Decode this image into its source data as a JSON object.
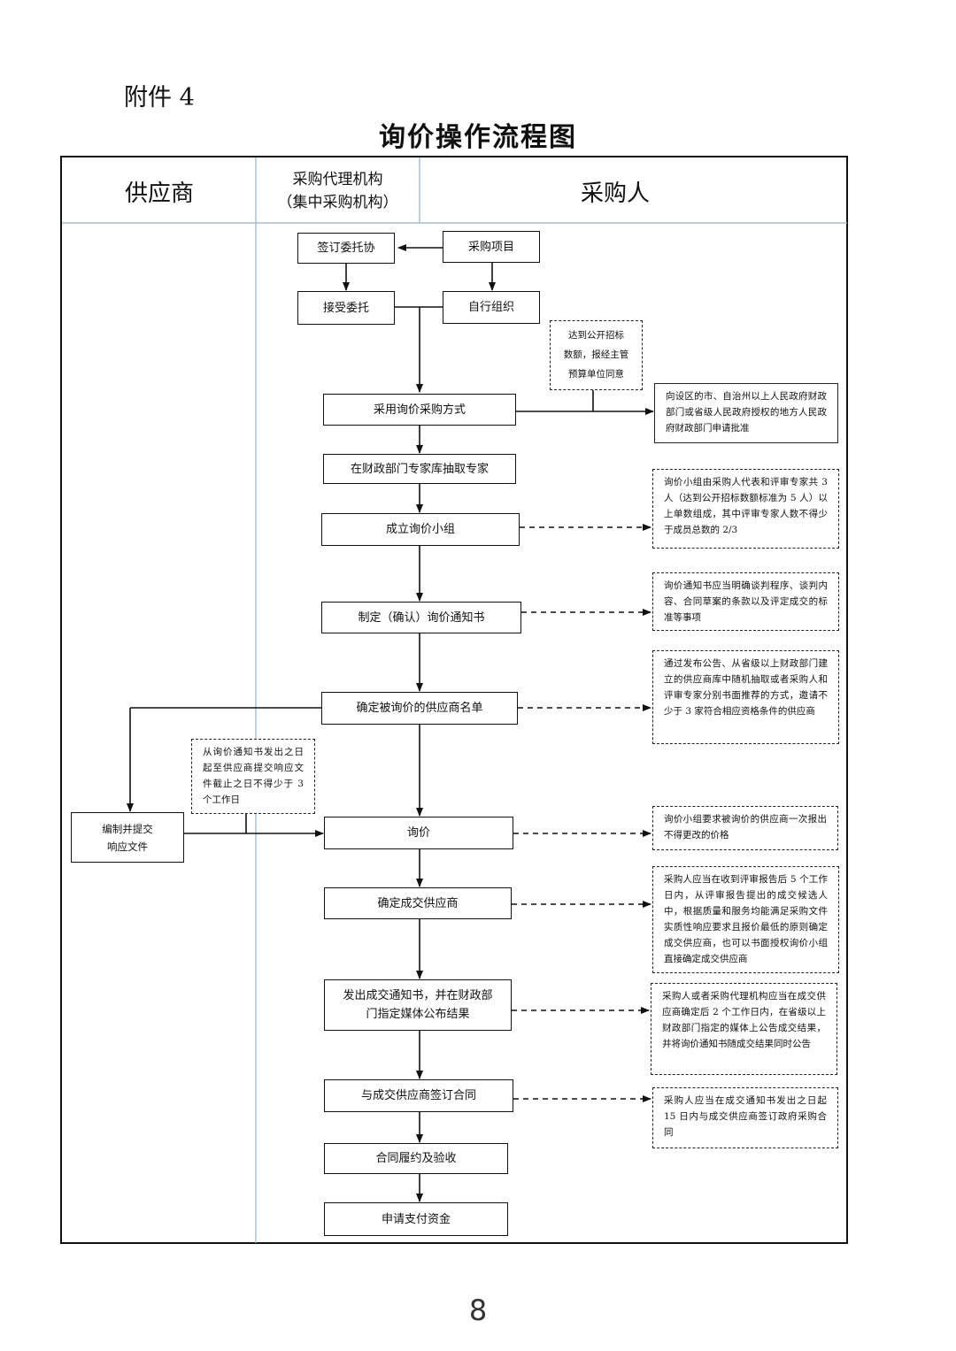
{
  "header": {
    "attachment": "附件 4",
    "title": "询价操作流程图"
  },
  "lanes": {
    "supplier": "供应商",
    "agency_line1": "采购代理机构",
    "agency_line2": "（集中采购机构）",
    "purchaser": "采购人"
  },
  "steps": {
    "sign_entrust": "签订委托协",
    "purchase_project": "采购项目",
    "accept_entrust": "接受委托",
    "self_organize": "自行组织",
    "adopt_method": "采用询价采购方式",
    "extract_experts": "在财政部门专家库抽取专家",
    "form_group": "成立询价小组",
    "make_notice": "制定（确认）询价通知书",
    "determine_list": "确定被询价的供应商名单",
    "prepare_response_1": "编制并提交",
    "prepare_response_2": "响应文件",
    "inquiry": "询价",
    "determine_supplier": "确定成交供应商",
    "issue_notice_1": "发出成交通知书，并在财政部",
    "issue_notice_2": "门指定媒体公布结果",
    "sign_contract": "与成交供应商签订合同",
    "fulfil_contract": "合同履约及验收",
    "apply_payment": "申请支付资金"
  },
  "notes": {
    "threshold_1": "达到公开招标",
    "threshold_2": "数额，报经主管",
    "threshold_3": "预算单位同意",
    "approval": "向设区的市、自治州以上人民政府财政部门或省级人民政府授权的地方人民政府财政部门申请批准",
    "group": "询价小组由采购人代表和评审专家共 3 人（达到公开招标数额标准为 5 人）以上单数组成，其中评审专家人数不得少于成员总数的 2/3",
    "notice": "询价通知书应当明确谈判程序、谈判内容、合同草案的条款以及评定成交的标准等事项",
    "list": "通过发布公告、从省级以上财政部门建立的供应商库中随机抽取或者采购人和评审专家分别书面推荐的方式，邀请不少于 3 家符合相应资格条件的供应商",
    "deadline": "从询价通知书发出之日起至供应商提交响应文件截止之日不得少于 3 个工作日",
    "quote_once": "询价小组要求被询价的供应商一次报出不得更改的价格",
    "confirm": "采购人应当在收到评审报告后 5 个工作日内，从评审报告提出的成交候选人中，根据质量和服务均能满足采购文件实质性响应要求且报价最低的原则确定成交供应商，也可以书面授权询价小组直接确定成交供应商",
    "announce": "采购人或者采购代理机构应当在成交供应商确定后 2 个工作日内，在省级以上财政部门指定的媒体上公告成交结果，并将询价通知书随成交结果同时公告",
    "contract": "采购人应当在成交通知书发出之日起 15 日内与成交供应商签订政府采购合同"
  },
  "page_number": "8"
}
